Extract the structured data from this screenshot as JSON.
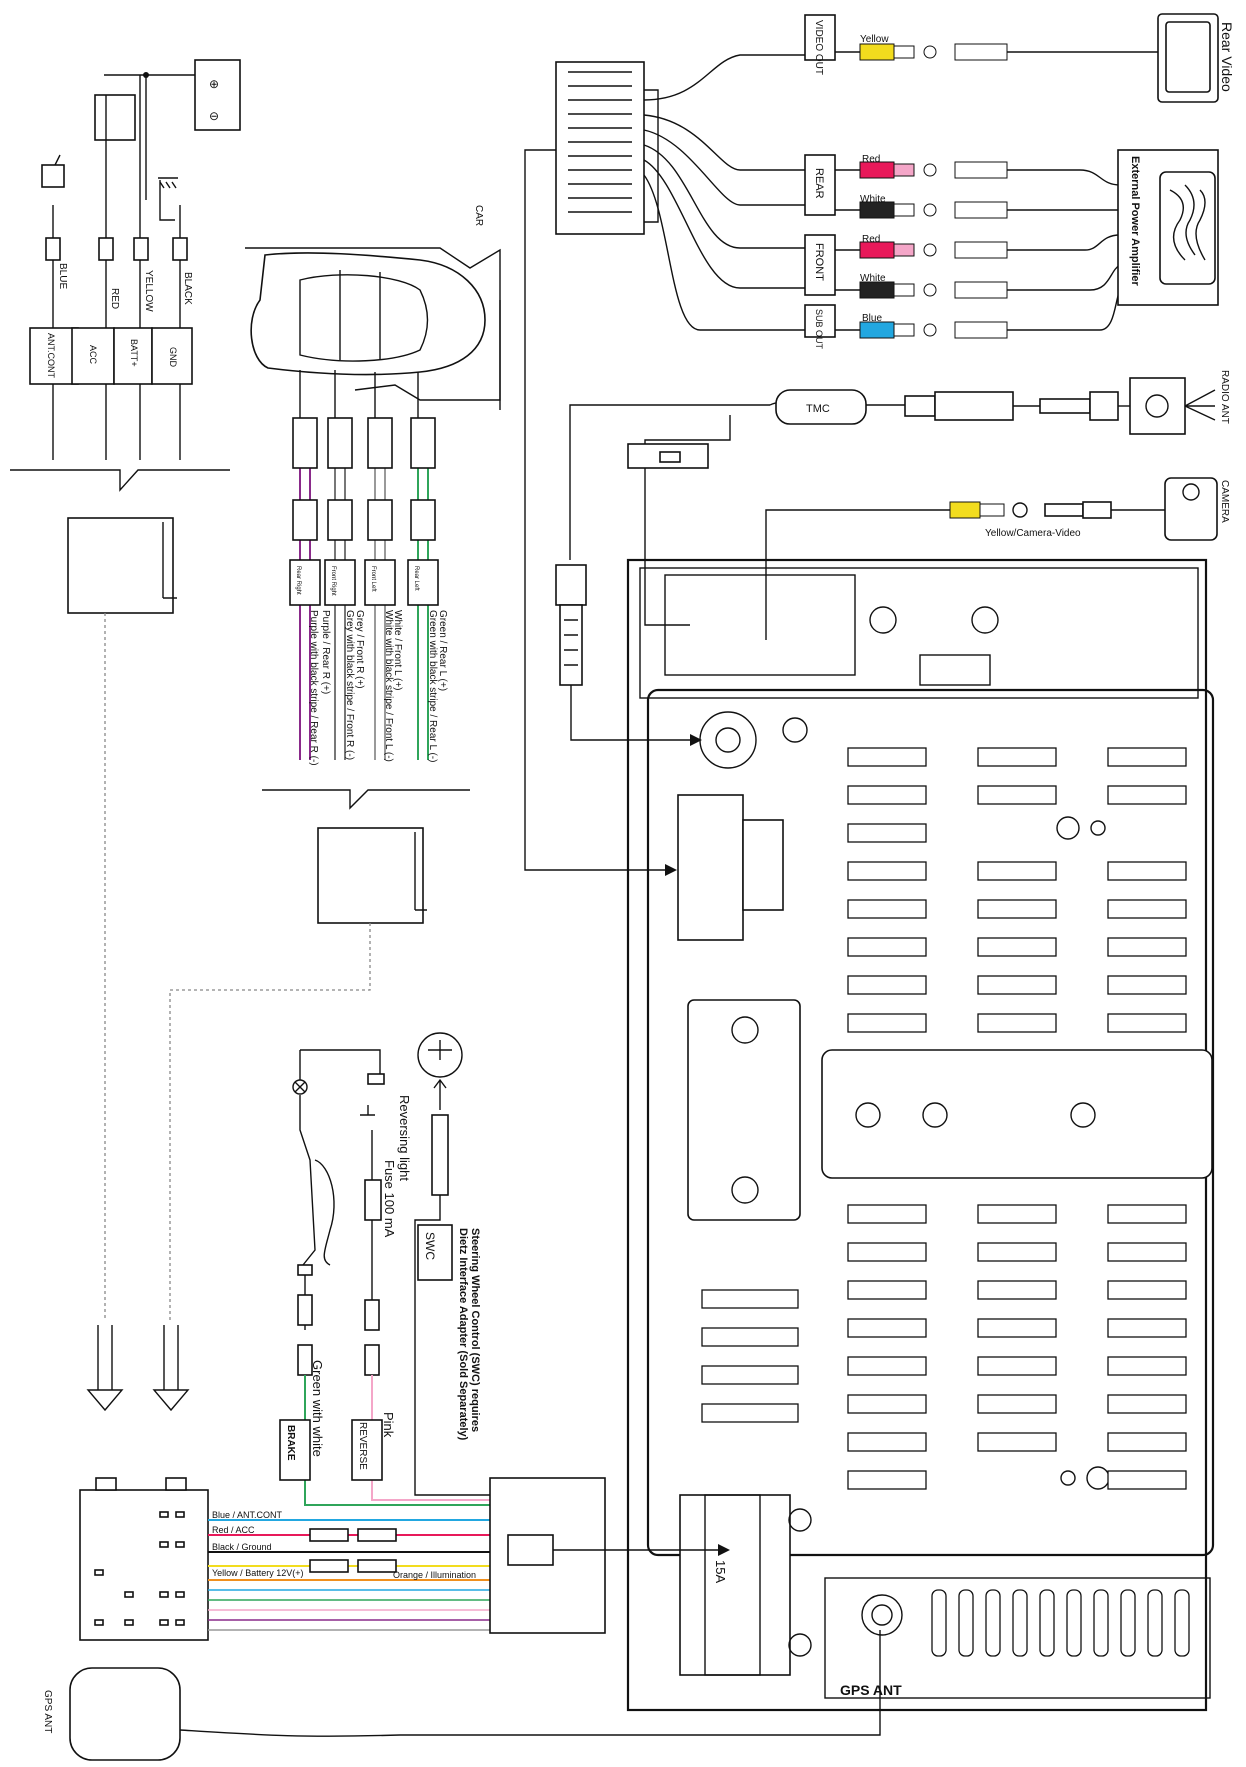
{
  "rear_video": {
    "title": "Rear Video",
    "video_out": "VIDEO OUT",
    "yellow": "Yellow",
    "rear": "REAR",
    "front": "FRONT",
    "sub_out": "SUB OUT",
    "red_1": "Red",
    "white_1": "White",
    "red_2": "Red",
    "white_2": "White",
    "blue": "Blue",
    "amplifier": "External Power Amplifier"
  },
  "radio": {
    "tmc": "TMC",
    "radio_ant": "RADIO ANT"
  },
  "camera": {
    "title": "CAMERA",
    "cable": "Yellow/Camera-Video"
  },
  "power": {
    "blue": "BLUE",
    "red": "RED",
    "yellow": "YELLOW",
    "black": "BLACK",
    "ant_cont": "ANT.CONT",
    "acc": "ACC",
    "batt": "BATT+",
    "gnd": "GND"
  },
  "car": {
    "label": "CAR",
    "plugs": [
      "Rear Right",
      "Front Right",
      "Front Left",
      "Rear Left"
    ],
    "wires": [
      "Purple / Rear R (+)",
      "Purple with black stripe / Rear R (-)",
      "Grey / Front R (+)",
      "Grey with black stripe / Front R (-)",
      "White / Front L (+)",
      "White with black stripe / Front L (-)",
      "Green / Rear L (+)",
      "Green with black stripe / Rear L (-)"
    ]
  },
  "control": {
    "reversing_light": "Reversing light",
    "fuse": "Fuse 100 mA",
    "swc": "SWC",
    "swc_note_1": "Steering Wheel Control (SWC) requires",
    "swc_note_2": "Dietz Interface Adapter (Sold Separately)",
    "brake": "BRAKE",
    "reverse": "REVERSE",
    "green_white": "Green with white",
    "pink": "Pink"
  },
  "harness": {
    "blue_ant": "Blue / ANT.CONT",
    "red_acc": "Red / ACC",
    "black_ground": "Black / Ground",
    "yellow_battery": "Yellow / Battery 12V(+)",
    "orange": "Orange / Illumination"
  },
  "unit": {
    "fuse": "15A",
    "gps_ant": "GPS ANT"
  },
  "gps": {
    "label": "GPS ANT"
  },
  "colors": {
    "yellow": "#f2dc1e",
    "red": "#e8195a",
    "pink": "#f4a6c8",
    "blue": "#22a7e0",
    "green": "#2fa55a",
    "purple": "#8a2a8a",
    "orange": "#f0901e"
  }
}
